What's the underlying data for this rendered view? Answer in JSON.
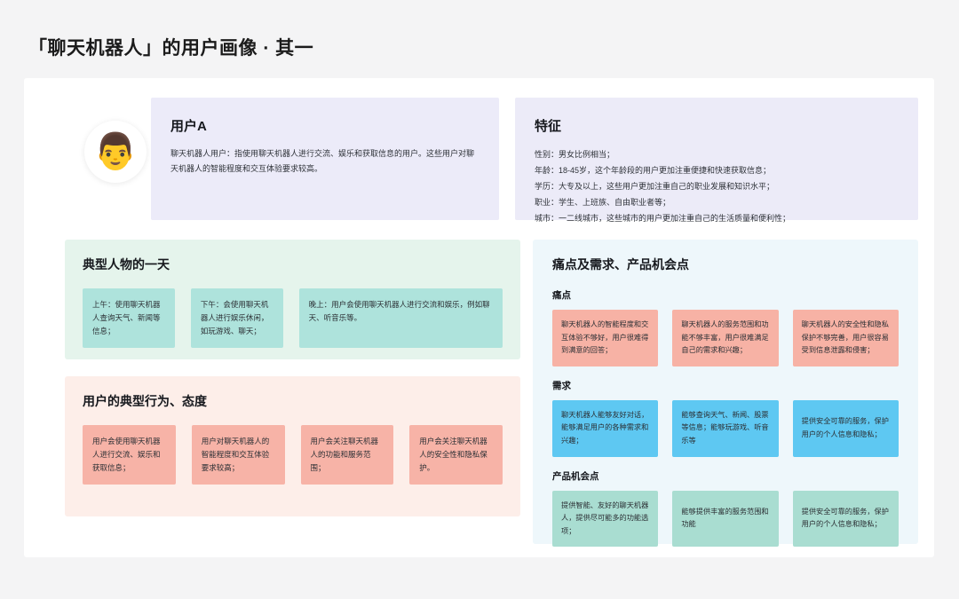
{
  "page": {
    "title": "「聊天机器人」的用户画像 · 其一"
  },
  "persona": {
    "avatar_icon": "man-emoji",
    "avatar_glyph": "👨",
    "heading": "用户A",
    "description": "聊天机器人用户：指使用聊天机器人进行交流、娱乐和获取信息的用户。这些用户对聊天机器人的智能程度和交互体验要求较高。"
  },
  "traits": {
    "heading": "特征",
    "lines": [
      "性别：男女比例相当；",
      "年龄：18-45岁，这个年龄段的用户更加注重便捷和快速获取信息；",
      "学历：大专及以上，这些用户更加注重自己的职业发展和知识水平；",
      "职业：学生、上班族、自由职业者等；",
      "城市：一二线城市，这些城市的用户更加注重自己的生活质量和便利性；"
    ]
  },
  "day_in_life": {
    "heading": "典型人物的一天",
    "items": [
      "上午：使用聊天机器人查询天气、新闻等信息；",
      "下午：会使用聊天机器人进行娱乐休闲，如玩游戏、聊天；",
      "晚上：用户会使用聊天机器人进行交流和娱乐，例如聊天、听音乐等。"
    ]
  },
  "behaviors": {
    "heading": "用户的典型行为、态度",
    "items": [
      "用户会使用聊天机器人进行交流、娱乐和获取信息；",
      "用户对聊天机器人的智能程度和交互体验要求较高；",
      "用户会关注聊天机器人的功能和服务范围；",
      "用户会关注聊天机器人的安全性和隐私保护。"
    ]
  },
  "opportunities_panel": {
    "heading": "痛点及需求、产品机会点",
    "pain_points": {
      "heading": "痛点",
      "items": [
        "聊天机器人的智能程度和交互体验不够好，用户很难得到满意的回答；",
        "聊天机器人的服务范围和功能不够丰富，用户很难满足自己的需求和兴趣；",
        "聊天机器人的安全性和隐私保护不够完善，用户很容易受到信息泄露和侵害；"
      ]
    },
    "needs": {
      "heading": "需求",
      "items": [
        "聊天机器人能够友好对话，能够满足用户的各种需求和兴趣；",
        "能够查询天气、新闻、股票等信息；能够玩游戏、听音乐等",
        "提供安全可靠的服务，保护用户的个人信息和隐私；"
      ]
    },
    "product_opportunities": {
      "heading": "产品机会点",
      "items": [
        "提供智能、友好的聊天机器人，提供尽可能多的功能选项；",
        "能够提供丰富的服务范围和功能",
        "提供安全可靠的服务，保护用户的个人信息和隐私；"
      ]
    }
  },
  "colors": {
    "page_background": "#f4f4f5",
    "board": "#ffffff",
    "persona_card": "#ecebf9",
    "day_section": "#e5f4ec",
    "day_chip": "#aee3dc",
    "behavior_section": "#fdeee9",
    "behavior_chip": "#f7b3a7",
    "right_panel": "#eef7fb",
    "pain_chip": "#f7b2a5",
    "need_chip": "#5ec8f2",
    "opportunity_chip": "#a9ddd1"
  }
}
